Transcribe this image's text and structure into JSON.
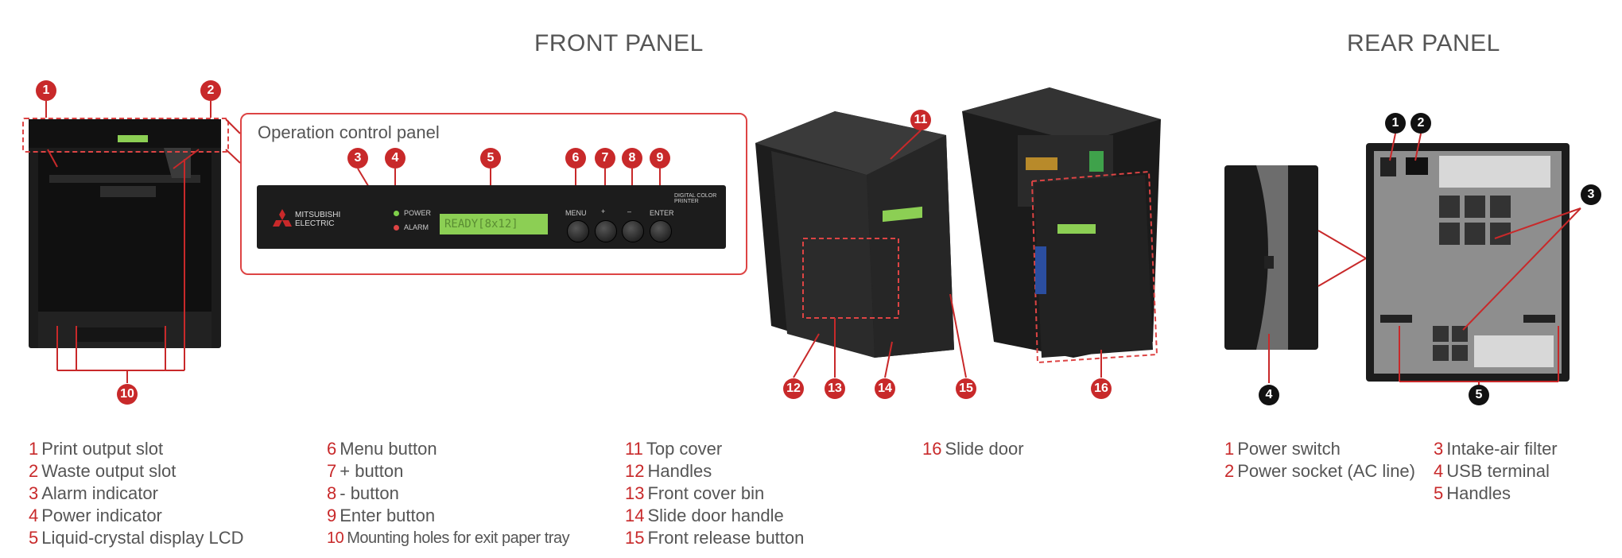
{
  "headings": {
    "front": "FRONT PANEL",
    "rear": "REAR PANEL"
  },
  "operation_panel": {
    "label": "Operation control panel",
    "brand": "MITSUBISHI ELECTRIC",
    "power_text": "POWER",
    "alarm_text": "ALARM",
    "lcd_text": "READY[8x12]",
    "menu_text": "MENU",
    "plus_text": "+",
    "minus_text": "–",
    "enter_text": "ENTER",
    "model_text": "DIGITAL COLOR PRINTER"
  },
  "callouts": {
    "c1": "1",
    "c2": "2",
    "c3": "3",
    "c4": "4",
    "c5": "5",
    "c6": "6",
    "c7": "7",
    "c8": "8",
    "c9": "9",
    "c10": "10",
    "c11": "11",
    "c12": "12",
    "c13": "13",
    "c14": "14",
    "c15": "15",
    "c16": "16",
    "r1": "1",
    "r2": "2",
    "r3": "3",
    "r4": "4",
    "r5": "5"
  },
  "front_legend": {
    "col1": [
      {
        "num": "1",
        "text": "Print output slot"
      },
      {
        "num": "2",
        "text": "Waste output slot"
      },
      {
        "num": "3",
        "text": "Alarm indicator"
      },
      {
        "num": "4",
        "text": "Power indicator"
      },
      {
        "num": "5",
        "text": "Liquid-crystal display LCD"
      }
    ],
    "col2": [
      {
        "num": "6",
        "text": "Menu button"
      },
      {
        "num": "7",
        "text": "+ button"
      },
      {
        "num": "8",
        "text": "- button"
      },
      {
        "num": "9",
        "text": "Enter button"
      },
      {
        "num": "10",
        "text": "Mounting holes for exit paper tray"
      }
    ],
    "col3": [
      {
        "num": "11",
        "text": "Top cover"
      },
      {
        "num": "12",
        "text": "Handles"
      },
      {
        "num": "13",
        "text": "Front cover bin"
      },
      {
        "num": "14",
        "text": "Slide door handle"
      },
      {
        "num": "15",
        "text": "Front release button"
      }
    ],
    "col4": [
      {
        "num": "16",
        "text": "Slide door"
      }
    ]
  },
  "rear_legend": {
    "col1": [
      {
        "num": "1",
        "text": "Power switch"
      },
      {
        "num": "2",
        "text": "Power socket (AC line)"
      }
    ],
    "col2": [
      {
        "num": "3",
        "text": "Intake-air filter"
      },
      {
        "num": "4",
        "text": "USB terminal"
      },
      {
        "num": "5",
        "text": "Handles"
      }
    ]
  },
  "colors": {
    "accent": "#c8292a",
    "device": "#1e1e1e",
    "lcd": "#8ccf54"
  }
}
